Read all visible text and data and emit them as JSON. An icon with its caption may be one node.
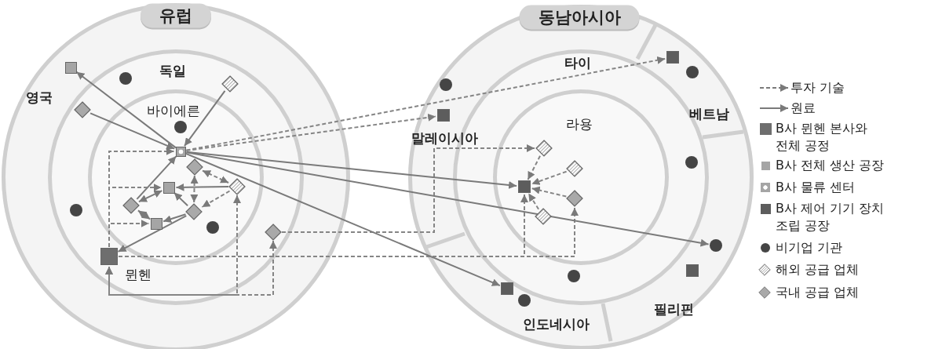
{
  "diagram": {
    "nodes": [
      {
        "text": [
          "유럽",
          "영국"
        ]
      },
      {
        "text": [
          "독일"
        ],
        "in": 0
      },
      {
        "text": [
          "바이에른"
        ],
        "in": 1
      },
      {
        "text": [],
        "shape": "box",
        "in": 1
      },
      {
        "text": [],
        "shape": "circle",
        "in": 1
      },
      {
        "text": [],
        "shape": "diamond",
        "in": 1
      },
      {
        "text": [],
        "shape": "diamond",
        "in": 1
      },
      {
        "text": [],
        "shape": "circle",
        "in": 2
      },
      {
        "text": [],
        "shape": "box",
        "in": 2
      },
      {
        "text": [],
        "shape": "diamond",
        "in": 2
      },
      {
        "text": [],
        "shape": "diamond",
        "in": 2
      },
      {
        "text": [],
        "shape": "box",
        "in": 2
      },
      {
        "text": [],
        "shape": "diamond",
        "in": 2
      },
      {
        "text": [],
        "shape": "circle",
        "in": 1
      },
      {
        "text": [],
        "shape": "diamond",
        "in": 2
      },
      {
        "text": [],
        "shape": "box",
        "in": 2
      },
      {
        "text": [],
        "shape": "circle",
        "in": 2
      },
      {
        "text": [],
        "shape": "diamond",
        "in": 1
      },
      {
        "text": [],
        "shape": "box",
        "in": 2,
        "beside": [
          "뮌헨"
        ]
      },
      {
        "text": [
          "동남아시아",
          "베트남",
          "말레이시아",
          "필리핀",
          "인도네시아"
        ]
      },
      {
        "text": [
          "타이"
        ],
        "in": 19
      },
      {
        "text": [
          "라용"
        ],
        "in": 20
      },
      {
        "text": [],
        "shape": "box",
        "in": 20
      },
      {
        "text": [],
        "shape": "circle",
        "in": 20
      },
      {
        "text": [],
        "shape": "circle",
        "in": 19
      },
      {
        "text": [],
        "shape": "box",
        "in": 19
      },
      {
        "text": [],
        "shape": "diamond",
        "in": 21
      },
      {
        "text": [],
        "shape": "circle",
        "in": 20
      },
      {
        "text": [],
        "shape": "diamond",
        "in": 21
      },
      {
        "text": [],
        "shape": "box",
        "in": 21
      },
      {
        "text": [],
        "shape": "diamond",
        "in": 21
      },
      {
        "text": [],
        "shape": "diamond",
        "in": 21
      },
      {
        "text": [],
        "shape": "circle",
        "in": 19
      },
      {
        "text": [],
        "shape": "box",
        "in": 20
      },
      {
        "text": [],
        "shape": "circle",
        "in": 20
      },
      {
        "text": [],
        "shape": "box",
        "in": 20
      },
      {
        "text": [],
        "shape": "circle",
        "in": 20
      }
    ],
    "edges": [
      {
        "from": 8,
        "to": 3,
        "arrow": "to"
      },
      {
        "from": 6,
        "to": 8,
        "arrow": "to"
      },
      {
        "from": 5,
        "to": 8,
        "arrow": "to"
      },
      {
        "from": 12,
        "to": 8,
        "arrow": "to"
      },
      {
        "from": 12,
        "to": 11,
        "arrow": "both"
      },
      {
        "from": 10,
        "to": 11,
        "arrow": "to"
      },
      {
        "from": 14,
        "to": 11,
        "arrow": "to"
      },
      {
        "from": 14,
        "to": 15,
        "arrow": "to"
      },
      {
        "from": 14,
        "to": 18,
        "arrow": "to"
      },
      {
        "from": 12,
        "to": 15,
        "arrow": "both",
        "style": "dashed"
      },
      {
        "from": 9,
        "to": 10,
        "arrow": "both",
        "style": "dashed"
      },
      {
        "from": 9,
        "to": 14,
        "arrow": "both",
        "style": "dashed"
      },
      {
        "from": 10,
        "to": 14,
        "arrow": "to",
        "style": "dashed"
      },
      {
        "from": 18,
        "to": 8,
        "arrow": "to",
        "style": "dashed"
      },
      {
        "from": 18,
        "to": 11,
        "arrow": "to",
        "style": "dashed"
      },
      {
        "from": 18,
        "to": 15,
        "arrow": "to",
        "style": "dashed"
      },
      {
        "from": 10,
        "to": 18,
        "arrow": "both",
        "style": "dashed"
      },
      {
        "from": 17,
        "to": 18,
        "arrow": "both",
        "style": "dashed"
      },
      {
        "from": 18,
        "to": 29,
        "arrow": "to",
        "style": "dashed"
      },
      {
        "from": 18,
        "to": 30,
        "arrow": "to",
        "style": "dashed"
      },
      {
        "from": 17,
        "to": 26,
        "arrow": "to",
        "style": "dashed"
      },
      {
        "from": 8,
        "to": 25,
        "arrow": "to",
        "style": "dashed"
      },
      {
        "from": 8,
        "to": 22,
        "arrow": "to",
        "style": "dashed"
      },
      {
        "from": 8,
        "to": 29,
        "arrow": "to"
      },
      {
        "from": 8,
        "to": 32,
        "arrow": "to"
      },
      {
        "from": 8,
        "to": 35,
        "arrow": "to"
      },
      {
        "from": 26,
        "to": 29,
        "arrow": "to",
        "style": "dashed"
      },
      {
        "from": 28,
        "to": 29,
        "arrow": "to",
        "style": "dashed"
      },
      {
        "from": 30,
        "to": 29,
        "arrow": "to",
        "style": "dashed"
      },
      {
        "from": 31,
        "to": 29,
        "arrow": "to",
        "style": "dashed"
      }
    ],
    "legend": [
      {
        "text": "투자 기술"
      },
      {
        "text": "원료"
      },
      {
        "text": "B사 뮌헨 본사와 전체 공정",
        "color": "#6e6e6e"
      },
      {
        "text": "B사 전체 생산 공장",
        "color": "#a5a5a5"
      },
      {
        "text": "B사 물류 센터"
      },
      {
        "text": "B사 제어 기기 장치 조립 공장",
        "color": "#5d5d5d"
      },
      {
        "text": "비기업 기관"
      },
      {
        "text": "해외 공급 업체"
      },
      {
        "text": "국내 공급 업체"
      }
    ]
  }
}
